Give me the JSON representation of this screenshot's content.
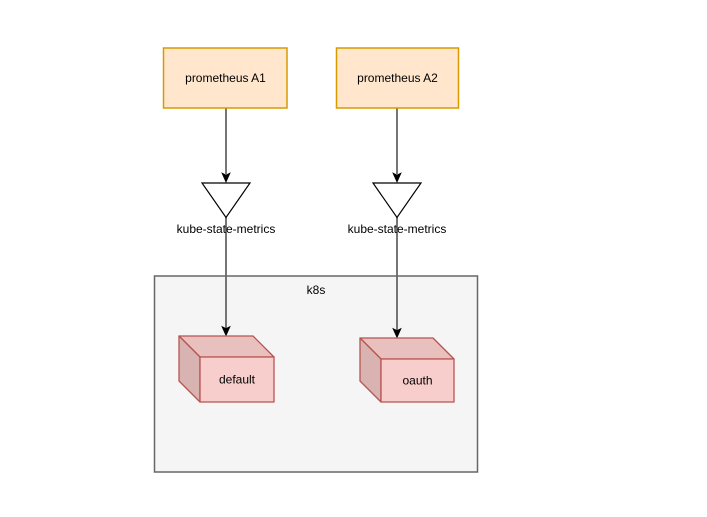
{
  "diagram": {
    "background": "#ffffff",
    "nodes": {
      "prometheus_a1": {
        "label": "prometheus A1",
        "fill": "#ffe6cc",
        "stroke": "#d79b00",
        "text_color": "#000000"
      },
      "prometheus_a2": {
        "label": "prometheus A2",
        "fill": "#ffe6cc",
        "stroke": "#d79b00",
        "text_color": "#000000"
      },
      "collector_left": {
        "label": "kube-state-metrics",
        "shape": "inverted-triangle",
        "fill": "#ffffff",
        "stroke": "#000000",
        "text_color": "#000000"
      },
      "collector_right": {
        "label": "kube-state-metrics",
        "shape": "inverted-triangle",
        "fill": "#ffffff",
        "stroke": "#000000",
        "text_color": "#000000"
      },
      "k8s_container": {
        "label": "k8s",
        "fill": "#f5f5f5",
        "stroke": "#666666",
        "text_color": "#000000"
      },
      "cube_default": {
        "label": "default",
        "shape": "cube",
        "fill_front": "#f8cecc",
        "fill_top": "#e8c1bf",
        "fill_side": "#d8b3b1",
        "stroke": "#b85450",
        "text_color": "#000000"
      },
      "cube_oauth": {
        "label": "oauth",
        "shape": "cube",
        "fill_front": "#f8cecc",
        "fill_top": "#e8c1bf",
        "fill_side": "#d8b3b1",
        "stroke": "#b85450",
        "text_color": "#000000"
      }
    },
    "edges": {
      "line_color": "#666666",
      "arrowhead_color": "#000000",
      "connections": [
        {
          "from": "prometheus_a1",
          "to": "collector_left"
        },
        {
          "from": "collector_left",
          "to": "cube_default"
        },
        {
          "from": "prometheus_a2",
          "to": "collector_right"
        },
        {
          "from": "collector_right",
          "to": "cube_oauth"
        }
      ]
    }
  }
}
